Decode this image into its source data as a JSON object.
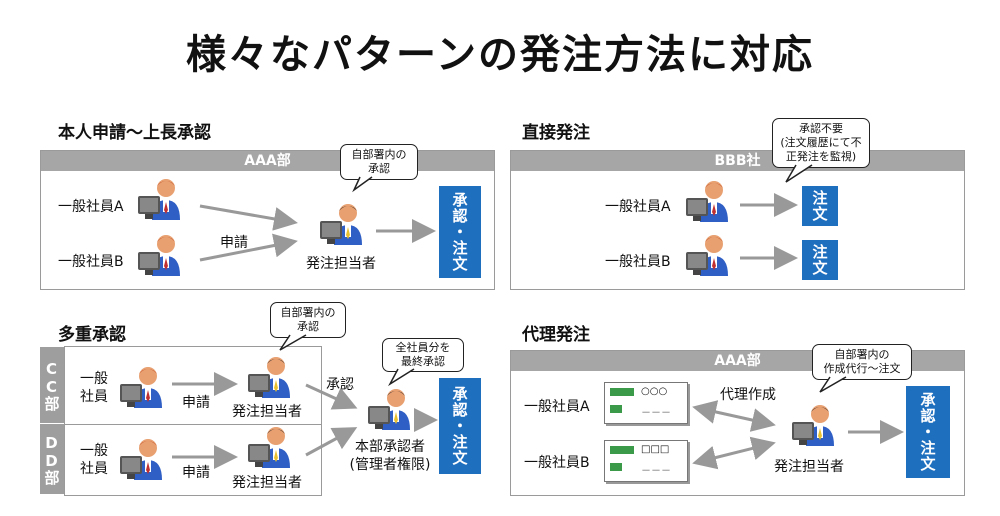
{
  "title": "様々なパターンの発注方法に対応",
  "sections": {
    "s1": {
      "title": "本人申請～上長承認",
      "dept": "AAA部",
      "emp_a": "一般社員A",
      "emp_b": "一般社員B",
      "action": "申請",
      "handler": "発注担当者",
      "callout": "自部署内の\n承認",
      "result": "承認・注文"
    },
    "s2": {
      "title": "直接発注",
      "dept": "BBB社",
      "emp_a": "一般社員A",
      "emp_b": "一般社員B",
      "callout": "承認不要\n(注文履歴にて不\n正発注を監視)",
      "result_a": "注文",
      "result_b": "注文"
    },
    "s3": {
      "title": "多重承認",
      "dept_c": "CC部",
      "dept_d": "DD部",
      "emp_c": "一般\n社員",
      "emp_d": "一般\n社員",
      "action_c": "申請",
      "action_d": "申請",
      "handler_c": "発注担当者",
      "handler_d": "発注担当者",
      "callout_handler": "自部署内の\n承認",
      "approve": "承認",
      "hq_approver": "本部承認者\n(管理者権限)",
      "callout_hq": "全社員分を\n最終承認",
      "result": "承認・注文"
    },
    "s4": {
      "title": "代理発注",
      "dept": "AAA部",
      "emp_a": "一般社員A",
      "emp_b": "一般社員B",
      "doc_a": "○○○",
      "doc_b": "□□□",
      "doc_dash": "－－－",
      "action": "代理作成",
      "handler": "発注担当者",
      "callout": "自部署内の\n作成代行～注文",
      "result": "承認・注文"
    }
  }
}
